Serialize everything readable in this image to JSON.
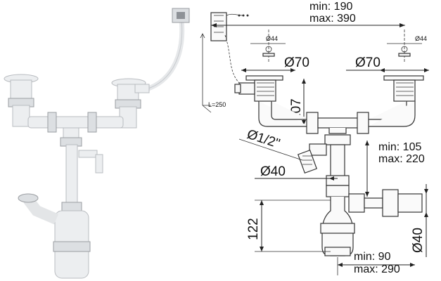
{
  "labels": {
    "overflow_min": "min:  190",
    "overflow_max": "max: 390",
    "d44_left": "Ø44",
    "d44_right": "Ø44",
    "d70_left": "Ø70",
    "d70_right": "Ø70",
    "cable_length": "L=250",
    "height_107": "107",
    "thread": "Ø1/2\"",
    "height_min": "min:  105",
    "height_max": "max: 220",
    "d40_top": "Ø40",
    "height_122": "122",
    "d40_outlet": "Ø40",
    "outlet_min": "min:   90",
    "outlet_max": "max: 290"
  },
  "colors": {
    "photo_plastic": "#eceef0",
    "photo_shadow": "#dcdfe2",
    "drawing_line": "#222222"
  }
}
